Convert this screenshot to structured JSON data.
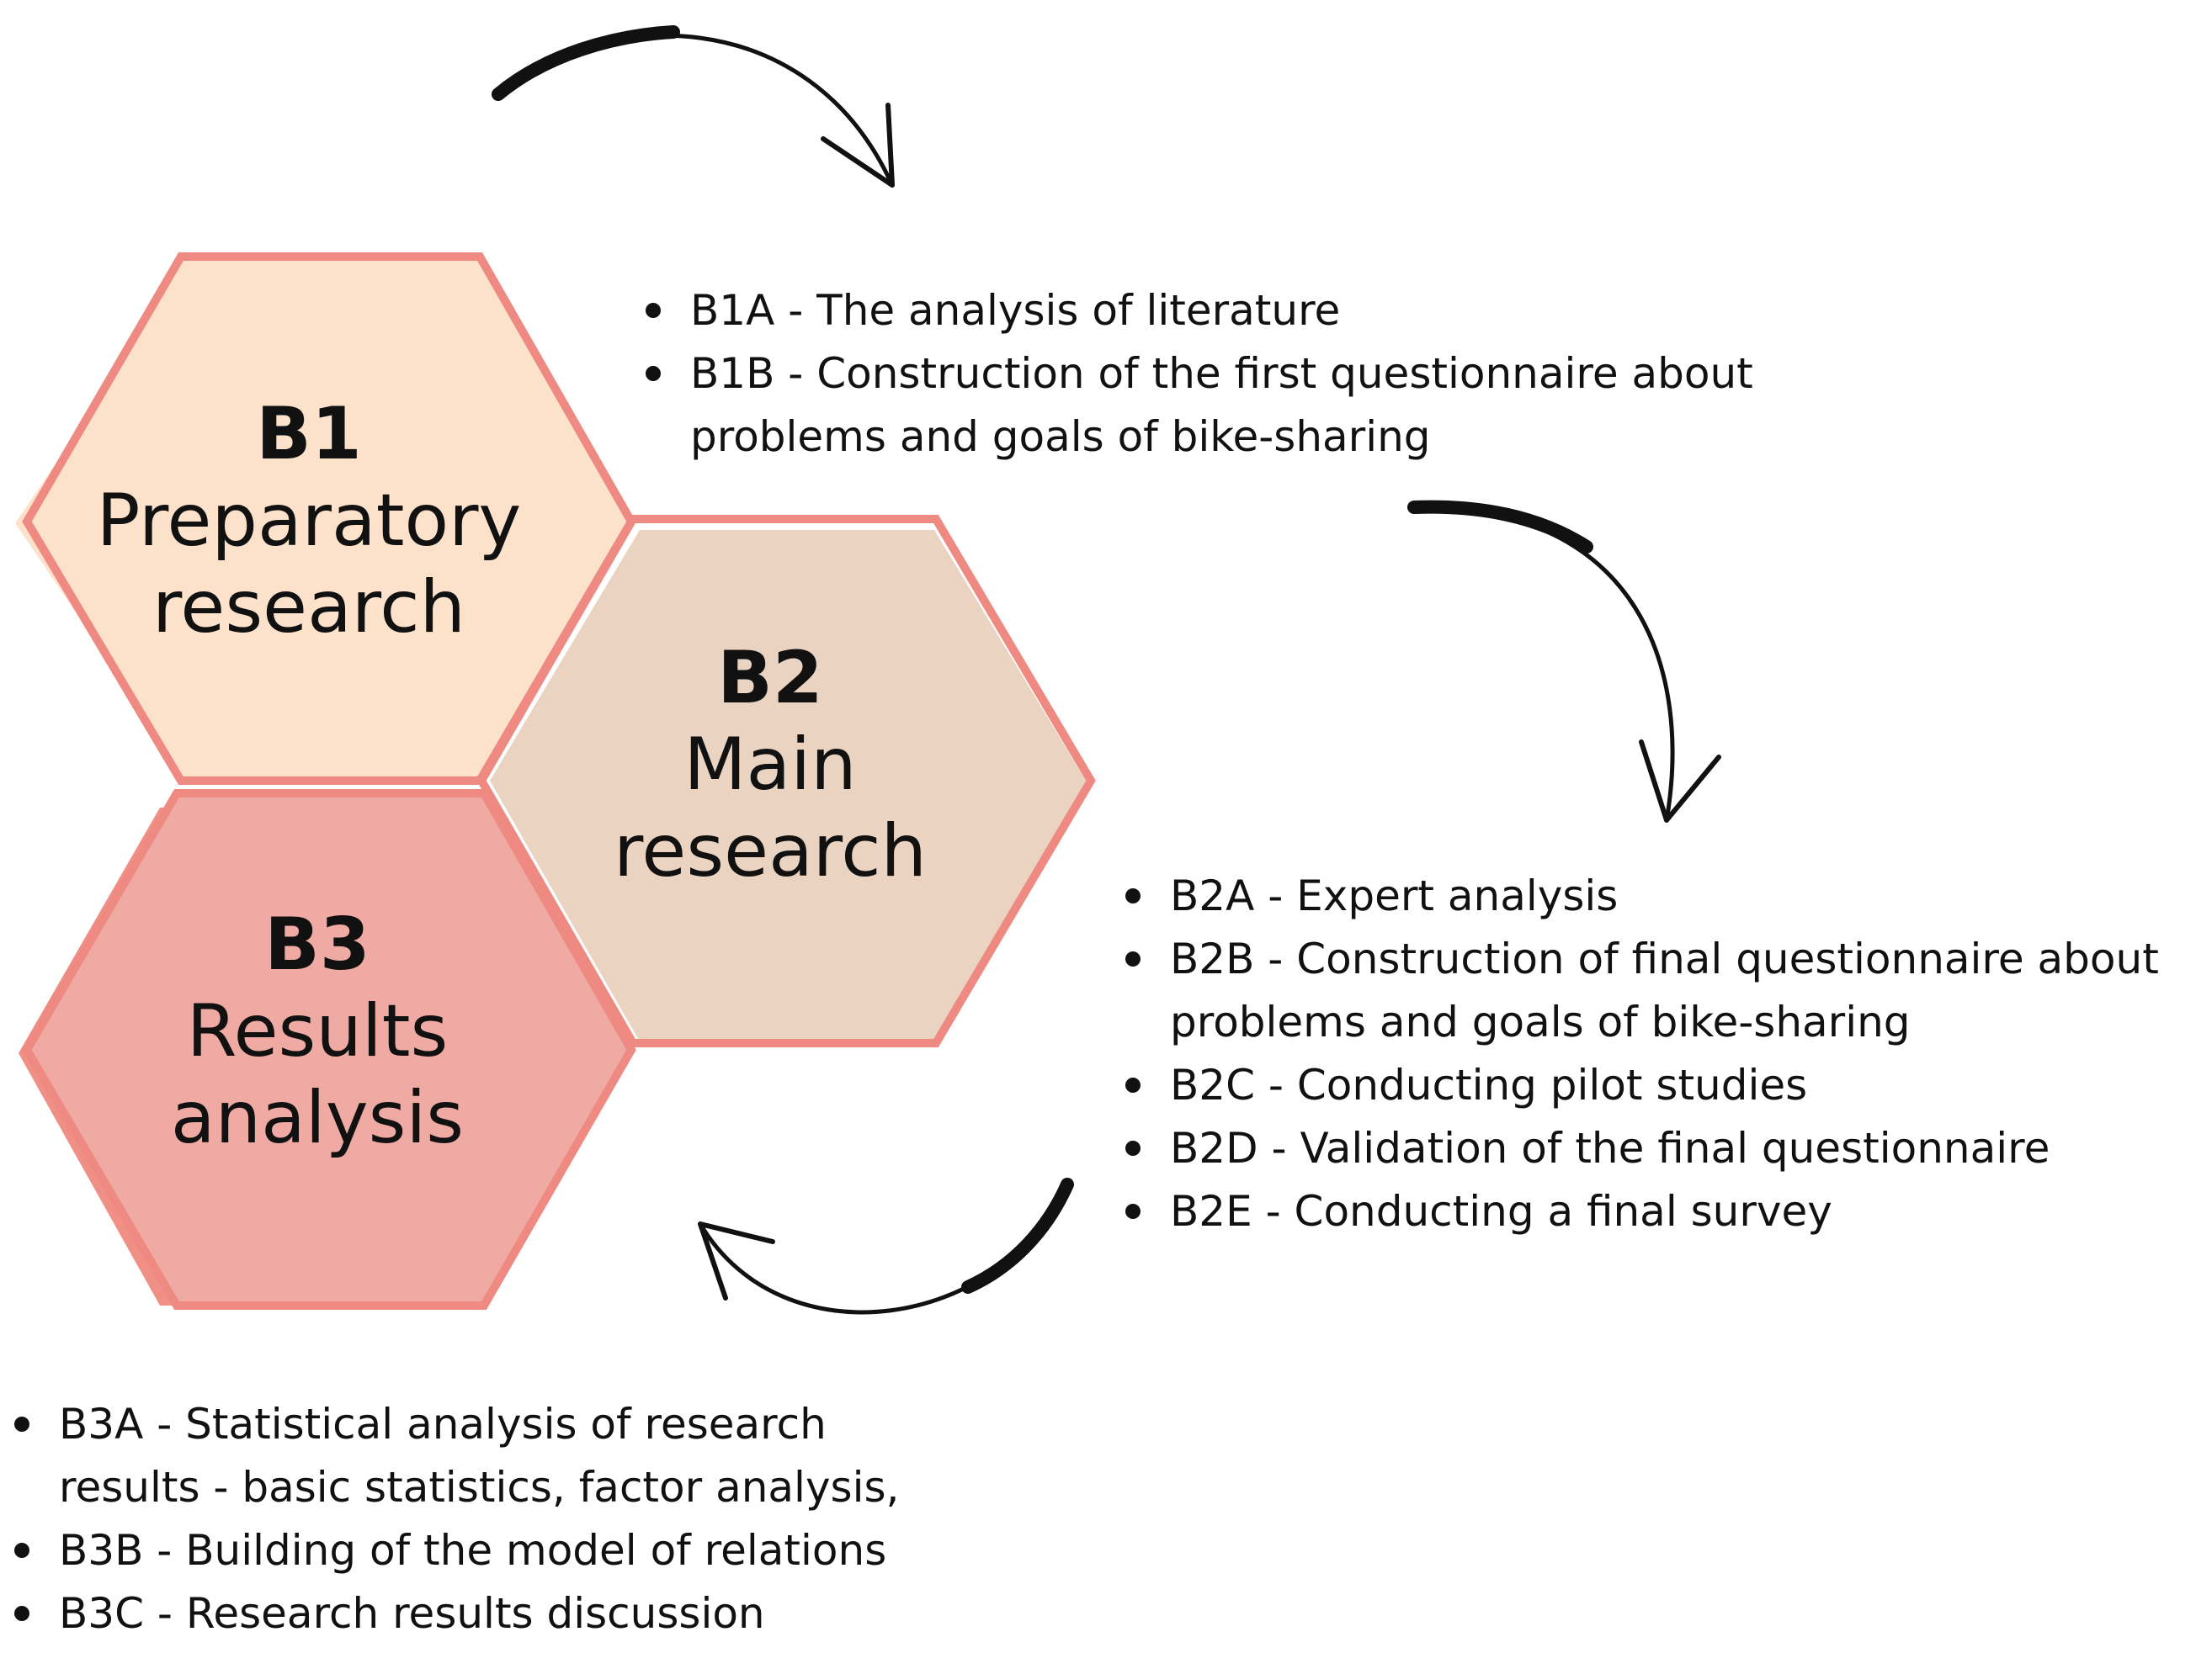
{
  "colors": {
    "hex_border": "#ef8a83",
    "b1_fill": "#fde2cb",
    "b2_fill": "#ead3c0",
    "b3_fill": "#efaaa3",
    "arrow": "#111111"
  },
  "stages": [
    {
      "code": "B1",
      "title_line1": "Preparatory",
      "title_line2": "research",
      "steps": [
        "B1A - The analysis of literature",
        "B1B - Construction of the first questionnaire about problems and goals of bike-sharing"
      ]
    },
    {
      "code": "B2",
      "title_line1": "Main",
      "title_line2": "research",
      "steps": [
        "B2A - Expert analysis",
        "B2B - Construction of final questionnaire about problems and goals of bike-sharing",
        "B2C - Conducting pilot studies",
        "B2D - Validation of the final questionnaire",
        "B2E - Conducting a final survey"
      ]
    },
    {
      "code": "B3",
      "title_line1": "Results",
      "title_line2": "analysis",
      "steps": [
        "B3A - Statistical analysis of research results - basic statistics, factor analysis,",
        "B3B - Building of the model of relations",
        "B3C - Research results discussion"
      ]
    }
  ]
}
